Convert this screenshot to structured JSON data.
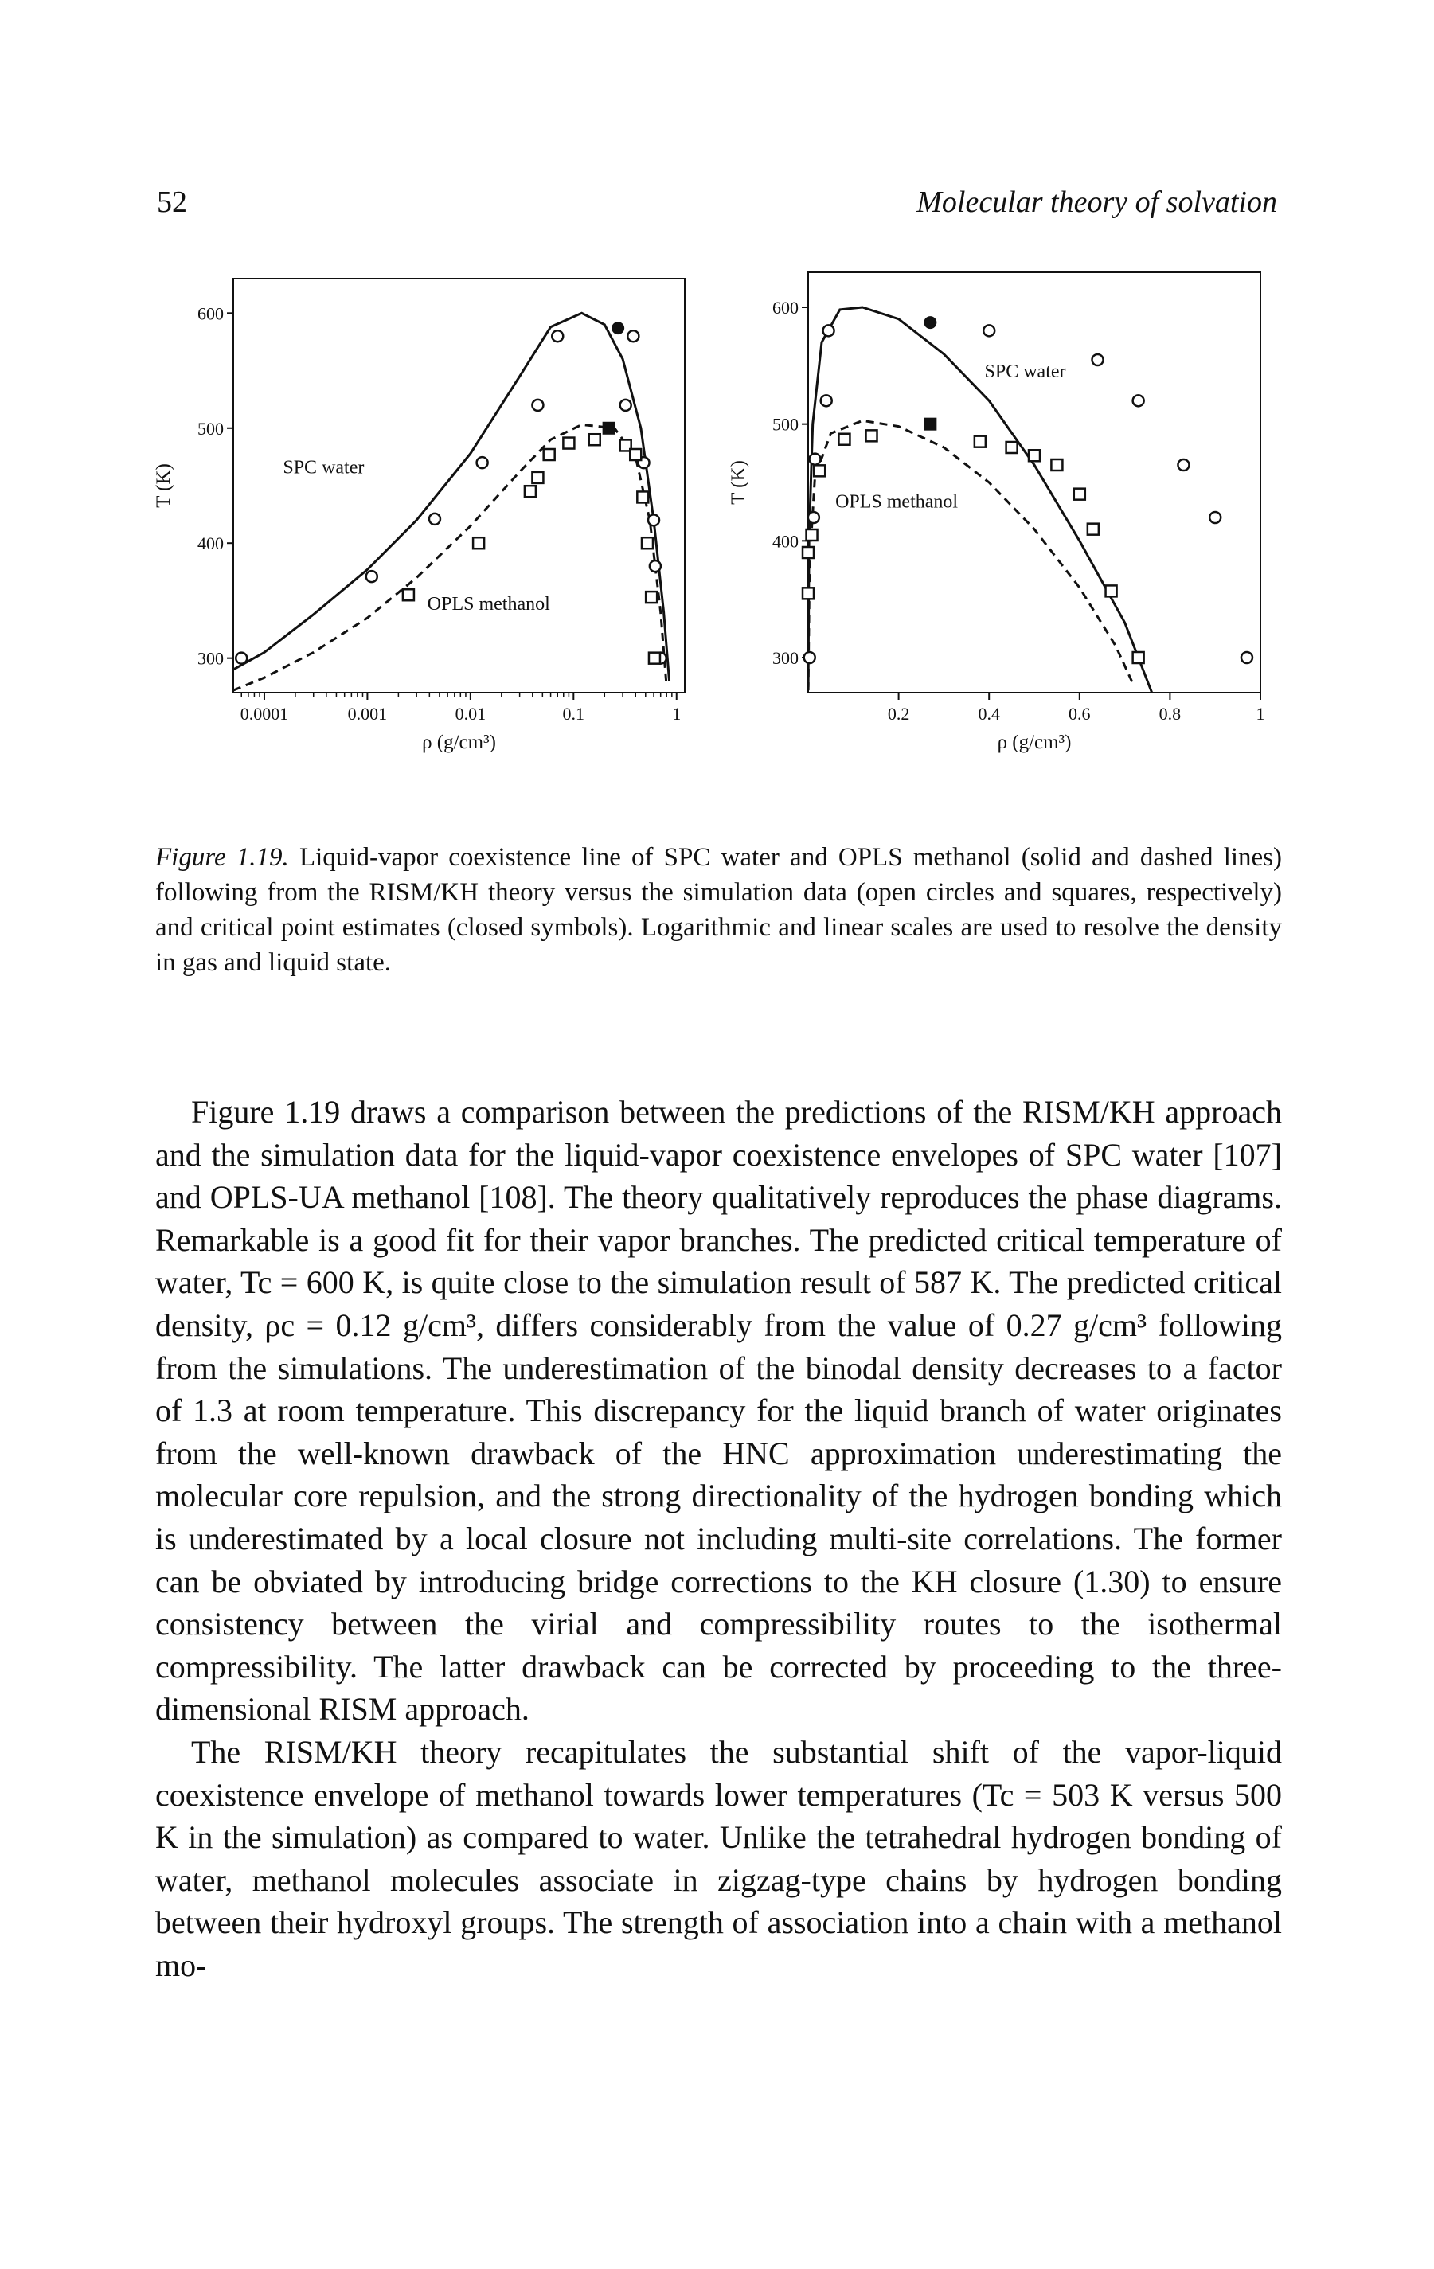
{
  "header": {
    "page_number": "52",
    "running_title": "Molecular theory of solvation"
  },
  "chart_data": [
    {
      "type": "scatter",
      "panel": "left",
      "xscale": "log",
      "xlim": [
        5e-05,
        1.2
      ],
      "ylim": [
        270,
        630
      ],
      "xticks": [
        0.0001,
        0.001,
        0.01,
        0.1,
        1
      ],
      "xtick_labels": [
        "0.0001",
        "0.001",
        "0.01",
        "0.1",
        "1"
      ],
      "yticks": [
        300,
        400,
        500,
        600
      ],
      "ytick_labels": [
        "300",
        "400",
        "500",
        "600"
      ],
      "xlabel": "ρ (g/cm³)",
      "ylabel": "T (K)",
      "annotations": [
        "SPC water",
        "OPLS methanol"
      ],
      "series": [
        {
          "name": "SPC water",
          "style": "solid-line",
          "points": [
            [
              5e-05,
              290
            ],
            [
              0.0001,
              305
            ],
            [
              0.0003,
              338
            ],
            [
              0.001,
              377
            ],
            [
              0.003,
              420
            ],
            [
              0.01,
              478
            ],
            [
              0.03,
              545
            ],
            [
              0.06,
              588
            ],
            [
              0.12,
              600
            ],
            [
              0.2,
              590
            ],
            [
              0.3,
              560
            ],
            [
              0.45,
              500
            ],
            [
              0.6,
              420
            ],
            [
              0.75,
              340
            ],
            [
              0.85,
              280
            ]
          ]
        },
        {
          "name": "OPLS methanol",
          "style": "dashed-line",
          "points": [
            [
              5e-05,
              272
            ],
            [
              0.0001,
              283
            ],
            [
              0.0003,
              305
            ],
            [
              0.001,
              335
            ],
            [
              0.003,
              370
            ],
            [
              0.01,
              415
            ],
            [
              0.03,
              462
            ],
            [
              0.06,
              490
            ],
            [
              0.12,
              503
            ],
            [
              0.25,
              500
            ],
            [
              0.4,
              475
            ],
            [
              0.55,
              420
            ],
            [
              0.7,
              340
            ],
            [
              0.8,
              275
            ]
          ]
        },
        {
          "marker": "open-circle",
          "points": [
            [
              6e-05,
              300
            ],
            [
              0.0011,
              371
            ],
            [
              0.0045,
              421
            ],
            [
              0.013,
              470
            ],
            [
              0.045,
              520
            ],
            [
              0.07,
              580
            ],
            [
              0.38,
              580
            ],
            [
              0.32,
              520
            ],
            [
              0.48,
              470
            ],
            [
              0.6,
              420
            ],
            [
              0.62,
              380
            ],
            [
              0.7,
              300
            ]
          ]
        },
        {
          "marker": "open-square",
          "points": [
            [
              0.0025,
              355
            ],
            [
              0.012,
              400
            ],
            [
              0.038,
              445
            ],
            [
              0.045,
              457
            ],
            [
              0.058,
              477
            ],
            [
              0.09,
              487
            ],
            [
              0.16,
              490
            ],
            [
              0.32,
              485
            ],
            [
              0.4,
              477
            ],
            [
              0.47,
              440
            ],
            [
              0.52,
              400
            ],
            [
              0.57,
              353
            ],
            [
              0.61,
              300
            ]
          ]
        },
        {
          "marker": "filled-circle",
          "points": [
            [
              0.27,
              587
            ]
          ]
        },
        {
          "marker": "filled-square",
          "points": [
            [
              0.22,
              500
            ]
          ]
        }
      ]
    },
    {
      "type": "scatter",
      "panel": "right",
      "xlim": [
        0,
        1
      ],
      "ylim": [
        270,
        630
      ],
      "xticks": [
        0.2,
        0.4,
        0.6,
        0.8,
        1
      ],
      "xtick_labels": [
        "0.2",
        "0.4",
        "0.6",
        "0.8",
        "1"
      ],
      "yticks": [
        300,
        400,
        500,
        600
      ],
      "ytick_labels": [
        "300",
        "400",
        "500",
        "600"
      ],
      "xlabel": "ρ (g/cm³)",
      "ylabel": "T (K)",
      "annotations": [
        "SPC water",
        "OPLS methanol"
      ],
      "series": [
        {
          "name": "SPC water",
          "style": "solid-line",
          "points": [
            [
              0.0002,
              275
            ],
            [
              0.002,
              400
            ],
            [
              0.01,
              500
            ],
            [
              0.03,
              570
            ],
            [
              0.07,
              598
            ],
            [
              0.12,
              600
            ],
            [
              0.2,
              590
            ],
            [
              0.3,
              560
            ],
            [
              0.4,
              520
            ],
            [
              0.5,
              465
            ],
            [
              0.6,
              400
            ],
            [
              0.7,
              330
            ],
            [
              0.76,
              270
            ]
          ]
        },
        {
          "name": "OPLS methanol",
          "style": "dashed-line",
          "points": [
            [
              0.0002,
              272
            ],
            [
              0.003,
              380
            ],
            [
              0.015,
              455
            ],
            [
              0.05,
              492
            ],
            [
              0.12,
              503
            ],
            [
              0.2,
              498
            ],
            [
              0.3,
              480
            ],
            [
              0.4,
              450
            ],
            [
              0.5,
              410
            ],
            [
              0.6,
              360
            ],
            [
              0.68,
              310
            ],
            [
              0.72,
              276
            ]
          ]
        },
        {
          "marker": "open-circle",
          "points": [
            [
              0.003,
              300
            ],
            [
              0.012,
              420
            ],
            [
              0.015,
              470
            ],
            [
              0.045,
              580
            ],
            [
              0.04,
              520
            ],
            [
              0.4,
              580
            ],
            [
              0.64,
              555
            ],
            [
              0.73,
              520
            ],
            [
              0.83,
              465
            ],
            [
              0.9,
              420
            ],
            [
              0.97,
              300
            ]
          ]
        },
        {
          "marker": "open-square",
          "points": [
            [
              0.0,
              355
            ],
            [
              0.0,
              390
            ],
            [
              0.008,
              405
            ],
            [
              0.025,
              460
            ],
            [
              0.08,
              487
            ],
            [
              0.14,
              490
            ],
            [
              0.38,
              485
            ],
            [
              0.45,
              480
            ],
            [
              0.5,
              473
            ],
            [
              0.55,
              465
            ],
            [
              0.6,
              440
            ],
            [
              0.63,
              410
            ],
            [
              0.67,
              357
            ],
            [
              0.73,
              300
            ]
          ]
        },
        {
          "marker": "filled-circle",
          "points": [
            [
              0.27,
              587
            ]
          ]
        },
        {
          "marker": "filled-square",
          "points": [
            [
              0.27,
              500
            ]
          ]
        }
      ]
    }
  ],
  "caption": {
    "label": "Figure 1.19.",
    "text": "Liquid-vapor coexistence line of SPC water and OPLS methanol (solid and dashed lines) following from the RISM/KH theory versus the simulation data (open circles and squares, respectively) and critical point estimates (closed symbols). Logarithmic and linear scales are used to resolve the density in gas and liquid state."
  },
  "body": {
    "paragraphs": [
      "Figure 1.19 draws a comparison between the predictions of the RISM/KH approach and the simulation data for the liquid-vapor coexistence envelopes of SPC water [107] and OPLS-UA methanol [108]. The theory qualitatively reproduces the phase diagrams. Remarkable is a good fit for their vapor branches. The predicted critical temperature of water, Tc = 600 K, is quite close to the simulation result of 587 K. The predicted critical density, ρc = 0.12 g/cm³, differs considerably from the value of 0.27 g/cm³ following from the simulations. The underestimation of the binodal density decreases to a factor of 1.3 at room temperature. This discrepancy for the liquid branch of water originates from the well-known drawback of the HNC approximation underestimating the molecular core repulsion, and the strong directionality of the hydrogen bonding which is underestimated by a local closure not including multi-site correlations. The former can be obviated by introducing bridge corrections to the KH closure (1.30) to ensure consistency between the virial and compressibility routes to the isothermal compressibility. The latter drawback can be corrected by proceeding to the three-dimensional RISM approach.",
      "The RISM/KH theory recapitulates the substantial shift of the vapor-liquid coexistence envelope of methanol towards lower temperatures (Tc = 503 K versus 500 K in the simulation) as compared to water. Unlike the tetrahedral hydrogen bonding of water, methanol molecules associate in zigzag-type chains by hydrogen bonding between their hydroxyl groups. The strength of association into a chain with a methanol mo-"
    ]
  }
}
